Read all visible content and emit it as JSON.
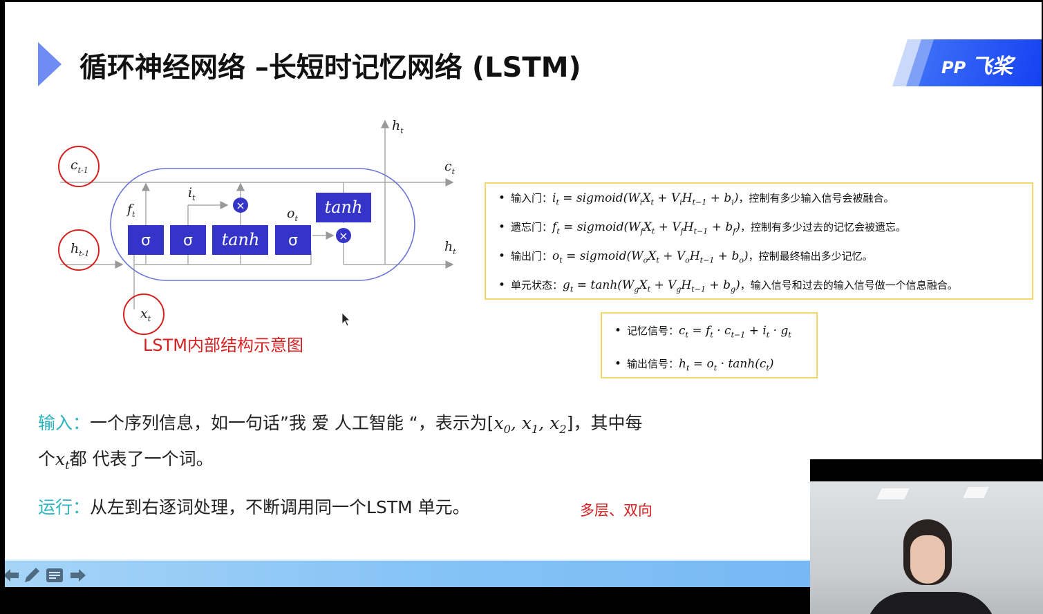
{
  "slide": {
    "title": "循环神经网络 –长短时记忆网络 (LSTM)",
    "logo_text": "飞桨",
    "logo_mark": "PP"
  },
  "diagram": {
    "caption": "LSTM内部结构示意图",
    "inputs": {
      "c_prev": "c",
      "c_prev_sub": "t-1",
      "h_prev": "h",
      "h_prev_sub": "t-1",
      "x": "x",
      "x_sub": "t"
    },
    "outputs": {
      "c": "c",
      "c_sub": "t",
      "h": "h",
      "h_sub": "t",
      "h_up": "h",
      "h_up_sub": "t"
    },
    "gate_labels": {
      "f": "f",
      "i": "i",
      "o": "o",
      "sub": "t"
    },
    "blocks": [
      "σ",
      "σ",
      "tanh",
      "σ"
    ],
    "top_block": "tanh",
    "multiply_symbol": "×"
  },
  "formulas": {
    "box1": [
      {
        "label": "输入门：",
        "math": [
          [
            "i",
            "t"
          ],
          " = sigmoid(",
          [
            "W",
            "i"
          ],
          [
            "X",
            "t"
          ],
          " + ",
          [
            "V",
            "i"
          ],
          [
            "H",
            "t−1"
          ],
          " + ",
          [
            "b",
            "i"
          ],
          ")"
        ],
        "desc": "，控制有多少输入信号会被融合。"
      },
      {
        "label": "遗忘门：",
        "math": [
          [
            "f",
            "t"
          ],
          " = sigmoid(",
          [
            "W",
            "f"
          ],
          [
            "X",
            "t"
          ],
          " + ",
          [
            "V",
            "f"
          ],
          [
            "H",
            "t−1"
          ],
          " + ",
          [
            "b",
            "f"
          ],
          ")"
        ],
        "desc": "，控制有多少过去的记忆会被遗忘。"
      },
      {
        "label": "输出门：",
        "math": [
          [
            "o",
            "t"
          ],
          " = sigmoid(",
          [
            "W",
            "o"
          ],
          [
            "X",
            "t"
          ],
          " + ",
          [
            "V",
            "o"
          ],
          [
            "H",
            "t−1"
          ],
          " + ",
          [
            "b",
            "o"
          ],
          ")"
        ],
        "desc": "，控制最终输出多少记忆。"
      },
      {
        "label": "单元状态：",
        "math": [
          [
            "g",
            "t"
          ],
          " = tanh(",
          [
            "W",
            "g"
          ],
          [
            "X",
            "t"
          ],
          " + ",
          [
            "V",
            "g"
          ],
          [
            "H",
            "t−1"
          ],
          " + ",
          [
            "b",
            "g"
          ],
          ")"
        ],
        "desc": "，输入信号和过去的输入信号做一个信息融合。"
      }
    ],
    "box2": [
      {
        "label": "记忆信号：",
        "math": [
          [
            "c",
            "t"
          ],
          " = ",
          [
            "f",
            "t"
          ],
          " · ",
          [
            "c",
            "t−1"
          ],
          " + ",
          [
            "i",
            "t"
          ],
          " · ",
          [
            "g",
            "t"
          ]
        ],
        "desc": ""
      },
      {
        "label": "输出信号：",
        "math": [
          [
            "h",
            "t"
          ],
          " = ",
          [
            "o",
            "t"
          ],
          " · tanh(",
          [
            "c",
            "t"
          ],
          ")"
        ],
        "desc": ""
      }
    ]
  },
  "body": {
    "input_label": "输入：",
    "input_text_1": "一个序列信息，如一句话”我 爱 人工智能 “，表示为[",
    "seq": [
      [
        "x",
        "0"
      ],
      ", ",
      [
        "x",
        "1"
      ],
      ", ",
      [
        "x",
        "2"
      ]
    ],
    "input_text_2": "]，其中每",
    "line2_pre": "个",
    "xt": [
      "x",
      "t"
    ],
    "line2_post": "都 代表了一个词。",
    "run_label": "运行：",
    "run_text": "从左到右逐词处理，不断调用同一个LSTM 单元。",
    "note": "多层、双向"
  },
  "toolbar": {
    "icons": [
      "arrow-left-icon",
      "pencil-icon",
      "notes-icon",
      "arrow-right-icon"
    ]
  },
  "colors": {
    "accent": "#2bb3c0",
    "block": "#3434c8",
    "ellipse": "#6a73d8",
    "annotation": "#d42020",
    "box_border": "#f5d76e",
    "logo": "#1f4ff5"
  }
}
